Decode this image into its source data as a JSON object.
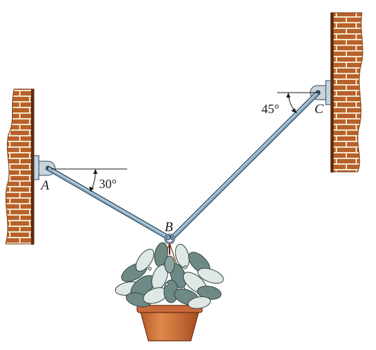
{
  "points": {
    "A": "A",
    "B": "B",
    "C": "C"
  },
  "angles": {
    "at_A": "30°",
    "at_C": "45°"
  },
  "colors": {
    "brick": "#b8612a",
    "mortar": "#f2e3c9",
    "wall_shadow": "#7a3a14",
    "rod": "#7b9bb3",
    "rod_edge": "#2f4a5e",
    "bracket": "#c9d3da",
    "pot": "#d9783c",
    "leaf": "#6f8a86",
    "leaf_light": "#dfe8e4"
  }
}
